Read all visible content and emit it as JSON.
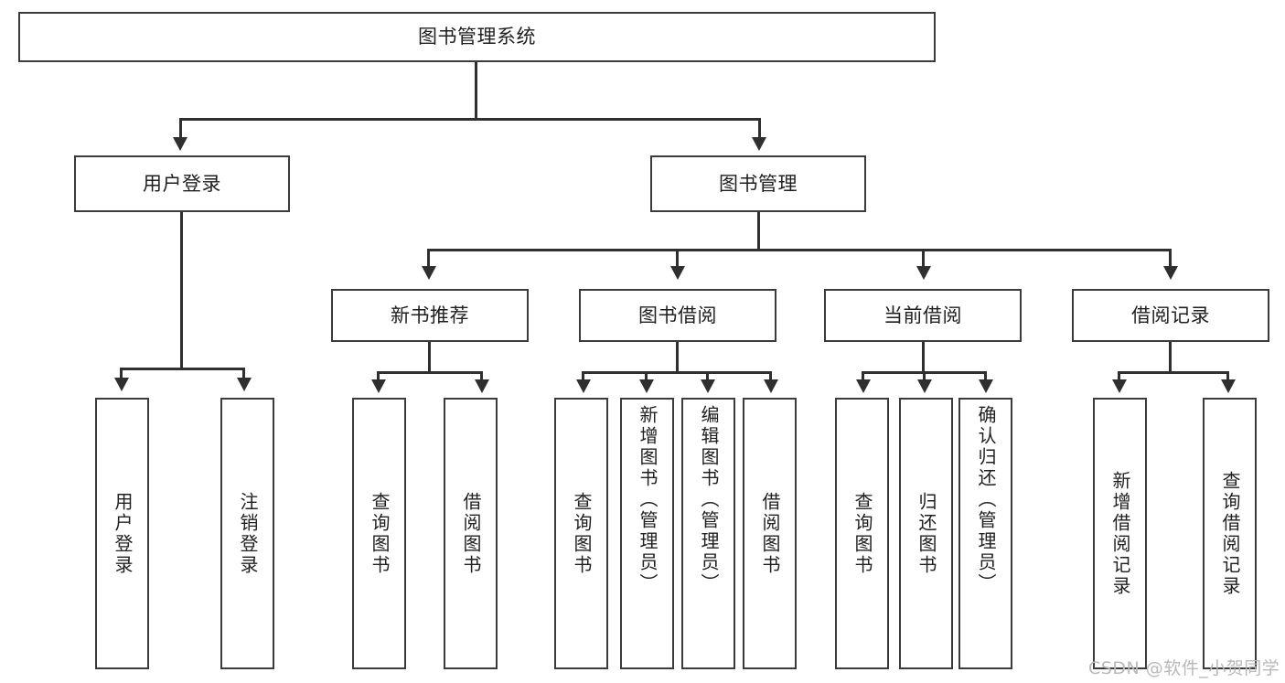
{
  "diagram": {
    "type": "tree-hierarchy",
    "title": "图书管理系统",
    "watermark": "CSDN @软件_小贺同学",
    "colors": {
      "background": "#ffffff",
      "border": "#3b3b3b",
      "connector": "#2f2f2f",
      "text": "#1f1f1f",
      "watermark": "#b9b9b9"
    }
  },
  "root": {
    "label": "图书管理系统"
  },
  "level2": [
    {
      "label": "用户登录"
    },
    {
      "label": "图书管理"
    }
  ],
  "level3": [
    {
      "label": "新书推荐"
    },
    {
      "label": "图书借阅"
    },
    {
      "label": "当前借阅"
    },
    {
      "label": "借阅记录"
    }
  ],
  "leaves": {
    "user_login": [
      {
        "label": "用户登录"
      },
      {
        "label": "注销登录"
      }
    ],
    "new_book": [
      {
        "label": "查询图书"
      },
      {
        "label": "借阅图书"
      }
    ],
    "borrow": [
      {
        "label": "查询图书"
      },
      {
        "label": "新增图书（管理员）"
      },
      {
        "label": "编辑图书（管理员）"
      },
      {
        "label": "借阅图书"
      }
    ],
    "current": [
      {
        "label": "查询图书"
      },
      {
        "label": "归还图书"
      },
      {
        "label": "确认归还（管理员）"
      }
    ],
    "records": [
      {
        "label": "新增借阅记录"
      },
      {
        "label": "查询借阅记录"
      }
    ]
  }
}
